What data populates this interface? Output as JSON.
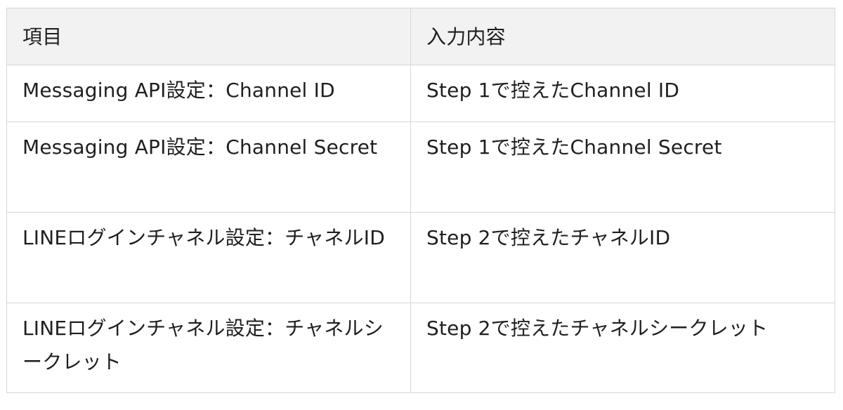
{
  "table": {
    "headers": [
      "項目",
      "入力内容"
    ],
    "rows": [
      {
        "item": "Messaging API設定：Channel ID",
        "value": "Step 1で控えたChannel ID"
      },
      {
        "item": "Messaging API設定：Channel Secret",
        "value": "Step 1で控えたChannel Secret"
      },
      {
        "item": "LINEログインチャネル設定：チャネルID",
        "value": "Step 2で控えたチャネルID"
      },
      {
        "item": "LINEログインチャネル設定：チャネルシークレット",
        "value": "Step 2で控えたチャネルシークレット"
      }
    ]
  }
}
